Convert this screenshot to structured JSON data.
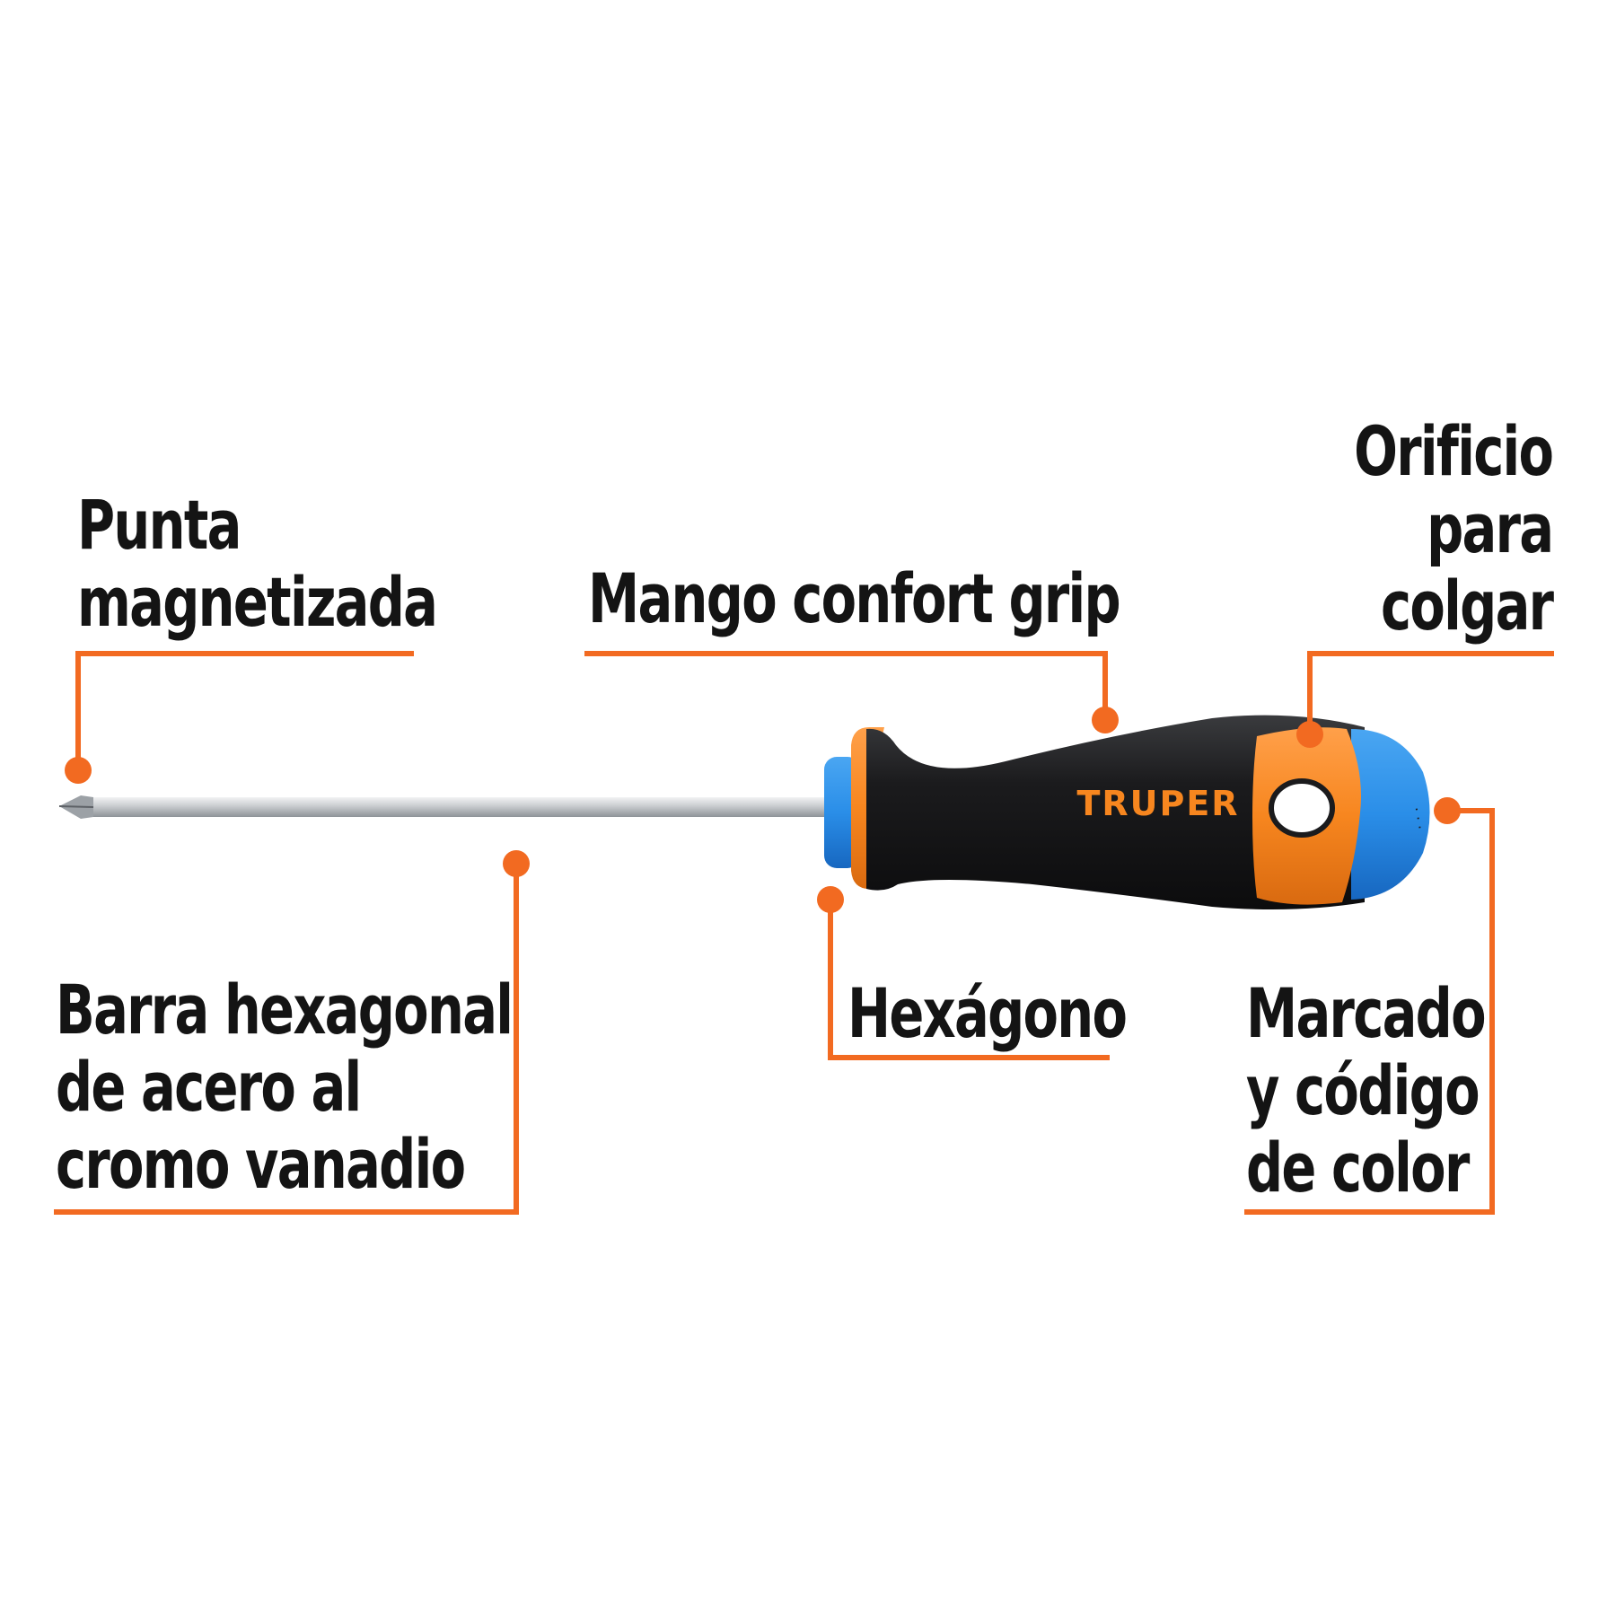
{
  "colors": {
    "accent": "#f26a21",
    "text": "#141414",
    "handle_black": "#1b1b1d",
    "handle_orange": "#f7861f",
    "handle_blue": "#2a8ee8",
    "shaft": "#c9cccf"
  },
  "brand": "TRUPER",
  "callouts": {
    "punta": {
      "lines": [
        "Punta",
        "magnetizada"
      ]
    },
    "mango": {
      "lines": [
        "Mango confort grip"
      ]
    },
    "orificio": {
      "lines": [
        "Orificio",
        "para",
        "colgar"
      ]
    },
    "barra": {
      "lines": [
        "Barra hexagonal",
        "de acero al",
        "cromo vanadio"
      ]
    },
    "hexagono": {
      "lines": [
        "Hexágono"
      ]
    },
    "marcado": {
      "lines": [
        "Marcado",
        "y código",
        "de color"
      ]
    }
  }
}
